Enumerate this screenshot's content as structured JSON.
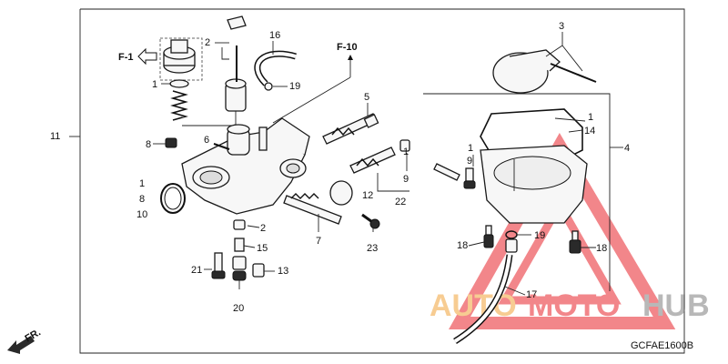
{
  "diagram": {
    "code": "GCFAE1600B",
    "refs": {
      "f1": "F-1",
      "f10": "F-10",
      "front": "FR."
    },
    "watermark": {
      "auto": "AUTO",
      "moto": "MOTO",
      "hub": "HUB"
    },
    "callouts": {
      "c1a": "1",
      "c1b": "1",
      "c1c": "1",
      "c1d": "1",
      "c1e": "1",
      "c2a": "2",
      "c2b": "2",
      "c3": "3",
      "c4": "4",
      "c5": "5",
      "c6": "6",
      "c7": "7",
      "c8a": "8",
      "c8b": "8",
      "c9a": "9",
      "c9b": "9",
      "c10": "10",
      "c11": "11",
      "c12": "12",
      "c13": "13",
      "c14": "14",
      "c15": "15",
      "c16": "16",
      "c17": "17",
      "c18a": "18",
      "c18b": "18",
      "c19a": "19",
      "c19b": "19",
      "c20": "20",
      "c21": "21",
      "c22": "22",
      "c23": "23"
    }
  },
  "colors": {
    "watermark_orange": "#f2a33a",
    "watermark_red": "#e8242c",
    "watermark_gray": "#7f7f7f"
  }
}
